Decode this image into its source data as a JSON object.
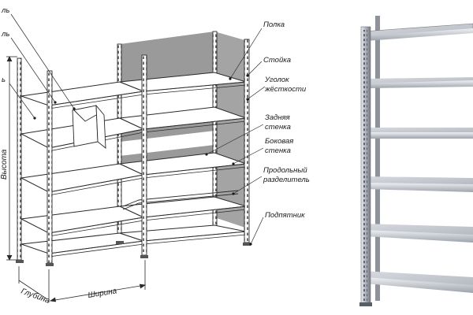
{
  "diagram": {
    "callouts": {
      "shelf": "Полка",
      "upright": "Стойка",
      "corner_line1": "Уголок",
      "corner_line2": "жёсткости",
      "back_line1": "Задняя",
      "back_line2": "стенка",
      "side_line1": "Боковая",
      "side_line2": "стенка",
      "divider_line1": "Продольный",
      "divider_line2": "разделитель",
      "foot": "Подпятник",
      "cut_top": "ль",
      "cut_mid1": "ль",
      "cut_mid2": "ь"
    },
    "dimensions": {
      "height": "Высота",
      "depth": "Глубина",
      "width": "Ширина"
    }
  },
  "colors": {
    "line": "#2a2a2a",
    "panel": "#9a9a9a",
    "photo_steel": "#c2c6ce",
    "photo_dark": "#6f737b"
  }
}
